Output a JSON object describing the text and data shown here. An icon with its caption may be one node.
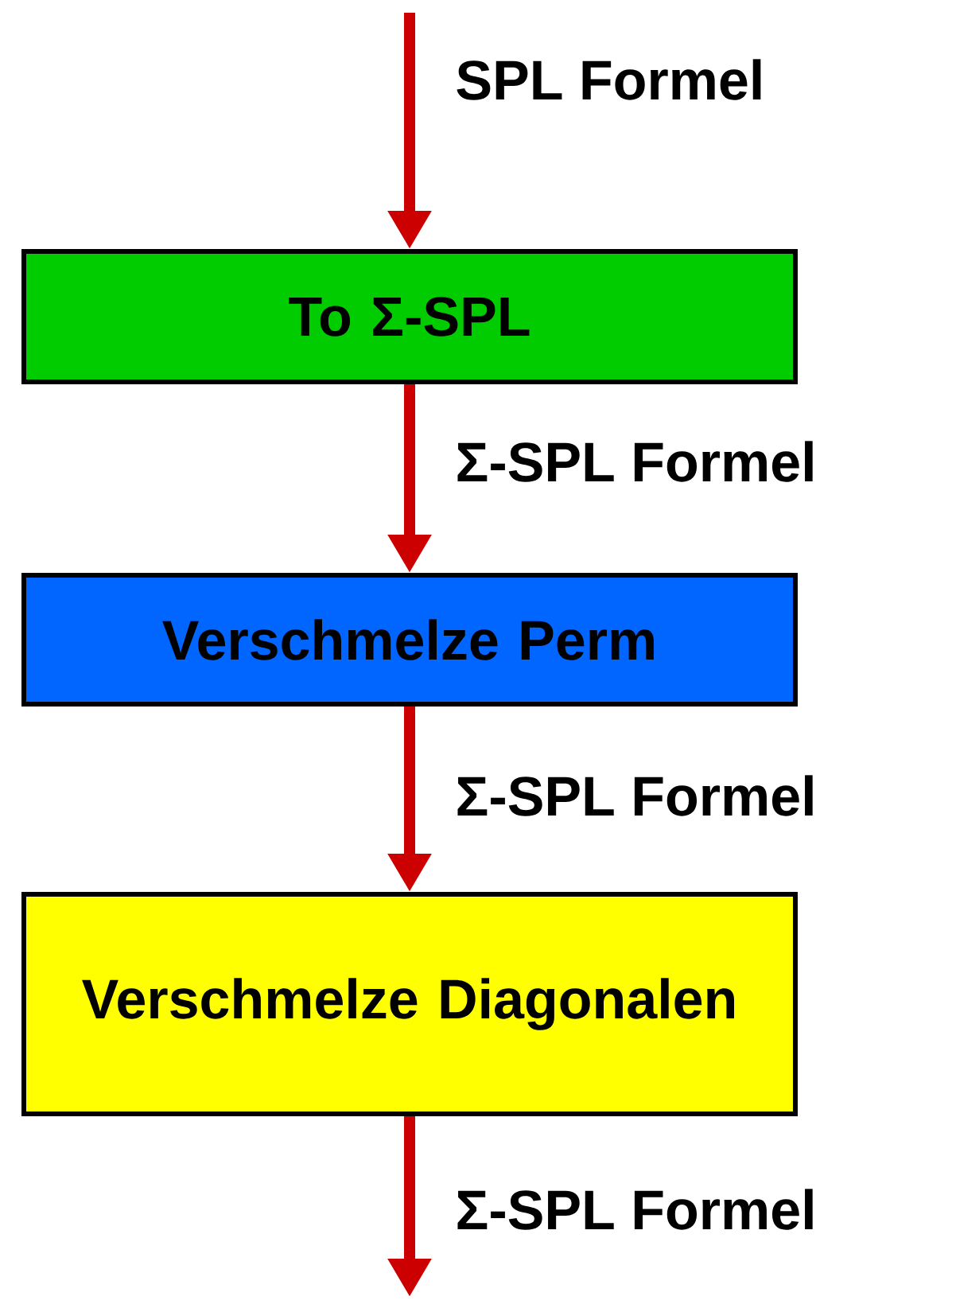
{
  "diagram": {
    "nodes": [
      {
        "text": [
          "To Σ-SPL"
        ]
      },
      {
        "text": [
          "Verschmelze Perm"
        ]
      },
      {
        "text": [
          "Verschmelze Diagonalen"
        ]
      }
    ],
    "edges": [
      {
        "from": null,
        "to": 0,
        "arrow": "to",
        "label": "SPL Formel"
      },
      {
        "from": 0,
        "to": 1,
        "arrow": "to",
        "label": "Σ-SPL Formel"
      },
      {
        "from": 1,
        "to": 2,
        "arrow": "to",
        "label": "Σ-SPL Formel"
      },
      {
        "from": 2,
        "to": null,
        "arrow": "to",
        "label": "Σ-SPL Formel"
      }
    ]
  }
}
